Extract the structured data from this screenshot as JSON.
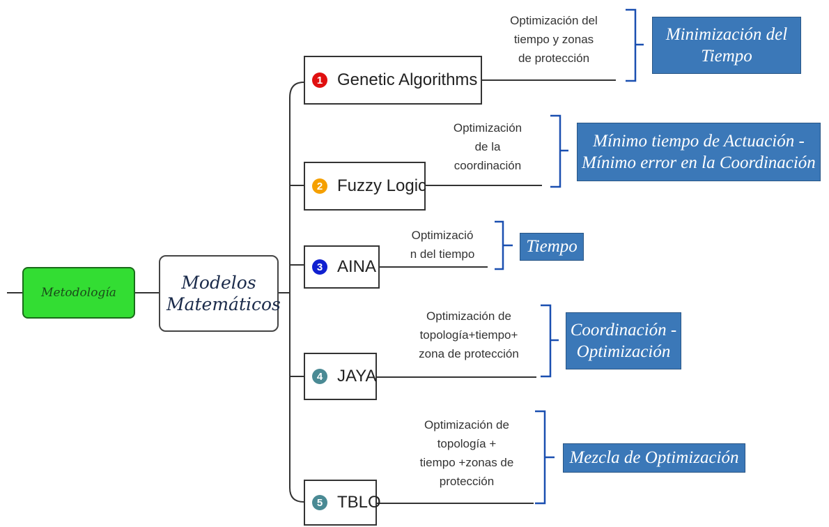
{
  "root": {
    "label": "Metodología",
    "color": "#33dd33"
  },
  "center": {
    "label_line1": "Modelos",
    "label_line2": "Matemáticos"
  },
  "methods": [
    {
      "number": "1",
      "label": "Genetic Algorithms",
      "badge_color": "#e01010",
      "note_lines": [
        "Optimización del",
        "tiempo y zonas",
        "de protección"
      ],
      "result_lines": [
        "Minimización del",
        "Tiempo"
      ]
    },
    {
      "number": "2",
      "label": "Fuzzy Logic",
      "badge_color": "#f5a000",
      "note_lines": [
        "Optimización",
        "de la",
        "coordinación"
      ],
      "result_lines": [
        "Mínimo tiempo de Actuación -",
        "Mínimo error en la Coordinación"
      ]
    },
    {
      "number": "3",
      "label": "AINA",
      "badge_color": "#1020d0",
      "note_lines": [
        "Optimizació",
        "n del tiempo"
      ],
      "result_lines": [
        "Tiempo"
      ]
    },
    {
      "number": "4",
      "label": "JAYA",
      "badge_color": "#4a8a94",
      "note_lines": [
        "Optimización de",
        "topología+tiempo+",
        "zona de protección"
      ],
      "result_lines": [
        "Coordinación -",
        "Optimización"
      ]
    },
    {
      "number": "5",
      "label": "TBLO",
      "badge_color": "#4a8a94",
      "note_lines": [
        "Optimización de",
        "topología +",
        "tiempo +zonas de",
        "protección"
      ],
      "result_lines": [
        "Mezcla de Optimización"
      ]
    }
  ],
  "colors": {
    "result_bg": "#3b78b8",
    "bracket": "#1a4fb0",
    "connector": "#333333"
  }
}
